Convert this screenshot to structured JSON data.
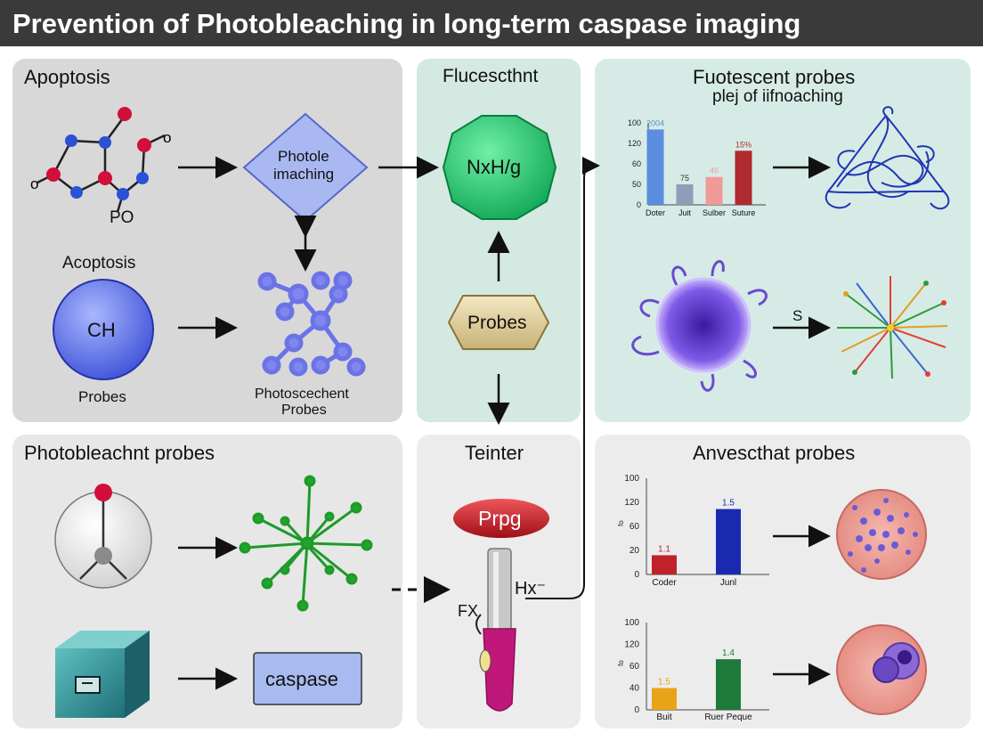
{
  "title": "Prevention of Photobleaching in long-term caspase imaging",
  "panels": {
    "apoptosis": {
      "heading": "Apoptosis",
      "molecule_label": "PO",
      "diamond_label_1": "Photole",
      "diamond_label_2": "imaching",
      "sublabel": "Acoptosis",
      "circle_label": "CH",
      "probes_label": "Probes",
      "cluster_label_1": "Photoscechent",
      "cluster_label_2": "Probes"
    },
    "fluorescent": {
      "heading": "Flucescthnt",
      "octagon_label": "NxH/g",
      "probes_button": "Probes"
    },
    "fluorescent_probes": {
      "heading": "Fuotescent probes",
      "subheading": "plej of iifnoaching",
      "s_label": "S"
    },
    "photobleaching_probes": {
      "heading": "Photobleachnt probes",
      "box_label": "caspase"
    },
    "teinter": {
      "heading": "Teinter",
      "pill_label": "Prpg",
      "hx_label": "Hx⁻",
      "fx_label": "FX"
    },
    "anvescthat": {
      "heading": "Anvescthat probes"
    }
  },
  "chart_data": [
    {
      "type": "bar",
      "categories": [
        "Doter",
        "Juit",
        "Sulber",
        "Suture"
      ],
      "values": [
        92,
        25,
        34,
        66
      ],
      "data_labels": [
        "2004",
        "75",
        "46",
        "15%"
      ],
      "colors": [
        "#5b8de0",
        "#8f9db8",
        "#f09a96",
        "#b02a30"
      ],
      "yticks": [
        "100",
        "120",
        "60",
        "50",
        "0"
      ],
      "ylim": [
        0,
        100
      ]
    },
    {
      "type": "bar",
      "categories": [
        "Coder",
        "Junl"
      ],
      "values": [
        20,
        68
      ],
      "data_labels": [
        "1.1",
        "1.5"
      ],
      "colors": [
        "#c0222a",
        "#1a2ab0"
      ],
      "yticks": [
        "100",
        "120",
        "60",
        "20",
        "0"
      ],
      "ylabel": "fo",
      "ylim": [
        0,
        100
      ]
    },
    {
      "type": "bar",
      "categories": [
        "Buit",
        "Ruer Peque"
      ],
      "values": [
        25,
        58
      ],
      "data_labels": [
        "1.5",
        "1.4"
      ],
      "colors": [
        "#e8a317",
        "#1e7a3a"
      ],
      "yticks": [
        "100",
        "120",
        "60",
        "40",
        "0"
      ],
      "ylabel": "fo",
      "ylim": [
        0,
        100
      ]
    }
  ]
}
